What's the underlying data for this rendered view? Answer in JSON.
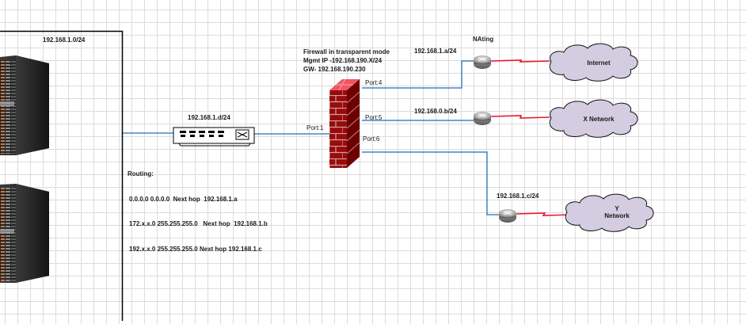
{
  "diagram": {
    "subnet_label": "192.168.1.0/24",
    "switch": {
      "label": "192.168.1.d/24"
    },
    "routing": {
      "title": "Routing:",
      "routes": [
        "0.0.0.0 0.0.0.0  Next hop  192.168.1.a",
        "172.x.x.0 255.255.255.0   Next hop  192.168.1.b",
        "192.x.x.0 255.255.255.0 Next hop 192.168.1.c"
      ]
    },
    "firewall": {
      "lines": [
        "Firewall in transparent mode",
        "Mgmt IP -192.168.190.X/24",
        "GW- 192.168.190.230"
      ],
      "ports": {
        "port1": "Port:1",
        "port4": "Port:4",
        "port5": "Port:5",
        "port6": "Port:6"
      }
    },
    "routers": [
      {
        "id": "router-a",
        "label": "192.168.1.a/24",
        "title": "NAting"
      },
      {
        "id": "router-b",
        "label": "192.168.0.b/24"
      },
      {
        "id": "router-c",
        "label": "192.168.1.c/24"
      }
    ],
    "clouds": [
      {
        "id": "internet",
        "label_lines": [
          "Internet"
        ]
      },
      {
        "id": "x-network",
        "label_lines": [
          "X Network"
        ]
      },
      {
        "id": "y-network",
        "label_lines": [
          "Y",
          "Network"
        ]
      }
    ],
    "colors": {
      "link_blue": "#1f6fb4",
      "wan_red": "#e8192c",
      "cloud_fill": "#d4cce0",
      "brick_dark": "#8a0000",
      "brick_light": "#f04a5a"
    }
  }
}
